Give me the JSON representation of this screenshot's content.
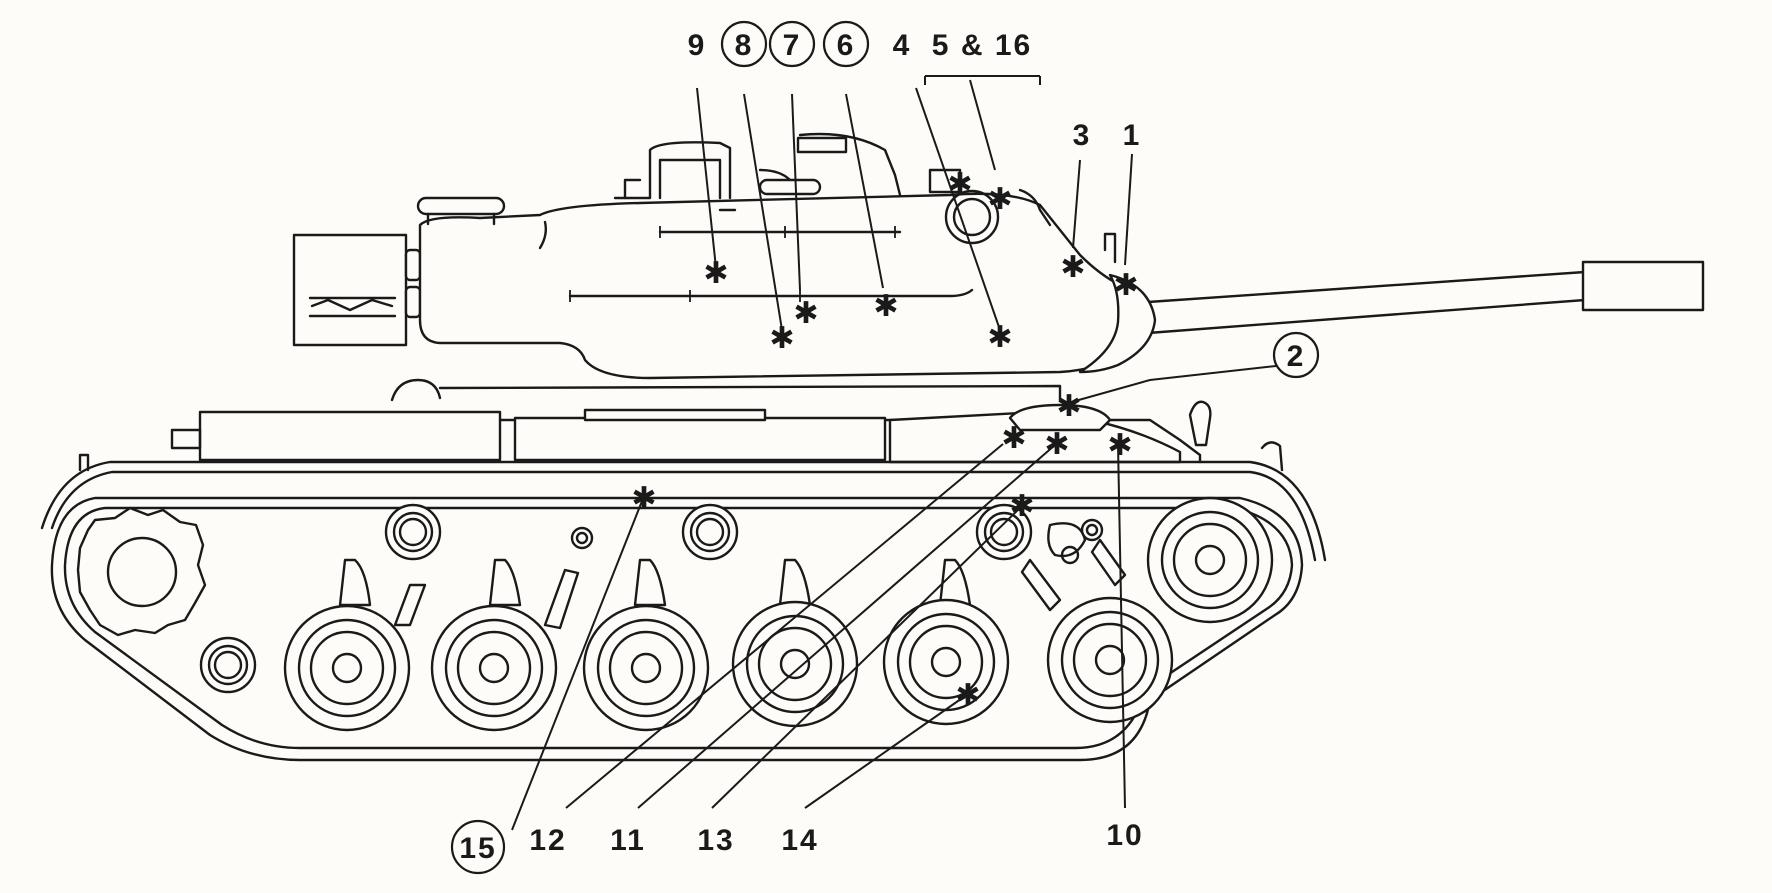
{
  "diagram": {
    "callouts": [
      {
        "id": "c9",
        "label": "9",
        "circled": false
      },
      {
        "id": "c8",
        "label": "8",
        "circled": true
      },
      {
        "id": "c7",
        "label": "7",
        "circled": true
      },
      {
        "id": "c6",
        "label": "6",
        "circled": true
      },
      {
        "id": "c4",
        "label": "4",
        "circled": false
      },
      {
        "id": "c5",
        "label": "5 & 16",
        "circled": false
      },
      {
        "id": "c3",
        "label": "3",
        "circled": false
      },
      {
        "id": "c1",
        "label": "1",
        "circled": false
      },
      {
        "id": "c2",
        "label": "2",
        "circled": true
      },
      {
        "id": "c15",
        "label": "15",
        "circled": true
      },
      {
        "id": "c12",
        "label": "12",
        "circled": false
      },
      {
        "id": "c11",
        "label": "11",
        "circled": false
      },
      {
        "id": "c13",
        "label": "13",
        "circled": false
      },
      {
        "id": "c14",
        "label": "14",
        "circled": false
      },
      {
        "id": "c10",
        "label": "10",
        "circled": false
      }
    ],
    "marker_glyph": "✱"
  }
}
